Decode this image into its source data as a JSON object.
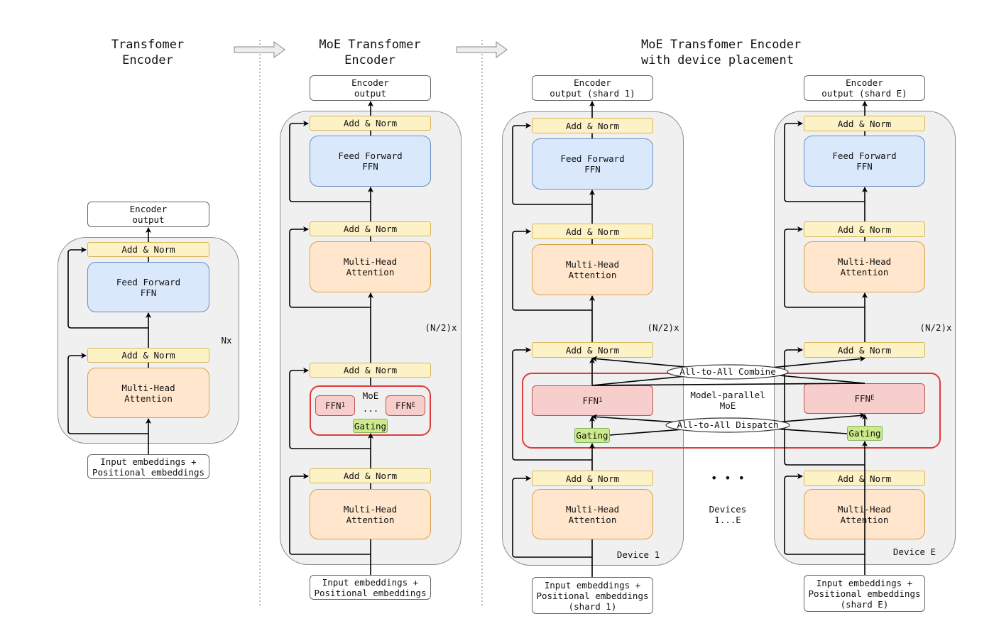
{
  "panels": {
    "left": {
      "title": "Transfomer\nEncoder",
      "output": "Encoder\noutput",
      "add_norm": "Add & Norm",
      "ffn": "Feed Forward\nFFN",
      "attention": "Multi-Head\nAttention",
      "repeat": "Nx",
      "input": "Input embeddings +\nPositional embeddings"
    },
    "middle": {
      "title": "MoE Transfomer\nEncoder",
      "output": "Encoder\noutput",
      "add_norm": "Add & Norm",
      "ffn": "Feed Forward\nFFN",
      "attention": "Multi-Head\nAttention",
      "moe_label": "MoE",
      "expert_first": "FFN",
      "expert_first_sub": "1",
      "expert_last": "FFN",
      "expert_last_sub": "E",
      "ellipsis": "...",
      "gating": "Gating",
      "repeat": "(N/2)x",
      "input": "Input embeddings +\nPositional embeddings"
    },
    "right": {
      "title": "MoE Transfomer Encoder\nwith device placement",
      "device1": {
        "output": "Encoder\noutput (shard 1)",
        "add_norm": "Add & Norm",
        "ffn": "Feed Forward\nFFN",
        "attention": "Multi-Head\nAttention",
        "expert": "FFN",
        "expert_sub": "1",
        "gating": "Gating",
        "device_label": "Device 1",
        "repeat": "(N/2)x",
        "input": "Input embeddings +\nPositional embeddings\n(shard 1)"
      },
      "deviceE": {
        "output": "Encoder\noutput (shard E)",
        "add_norm": "Add & Norm",
        "ffn": "Feed Forward\nFFN",
        "attention": "Multi-Head\nAttention",
        "expert": "FFN",
        "expert_sub": "E",
        "gating": "Gating",
        "device_label": "Device E",
        "repeat": "(N/2)x",
        "input": "Input embeddings +\nPositional embeddings\n(shard E)"
      },
      "combine": "All-to-All Combine",
      "dispatch": "All-to-All Dispatch",
      "model_parallel": "Model-parallel\nMoE",
      "dots": "• • •",
      "devices": "Devices\n1...E"
    }
  },
  "colors": {
    "norm": "#fdf1c6",
    "ffn": "#dae8fc",
    "attention": "#ffe6cc",
    "expert": "#f8cecc",
    "gating": "#cdeb8b",
    "moe_border": "#e03b3b",
    "container": "#f0f0f0"
  }
}
